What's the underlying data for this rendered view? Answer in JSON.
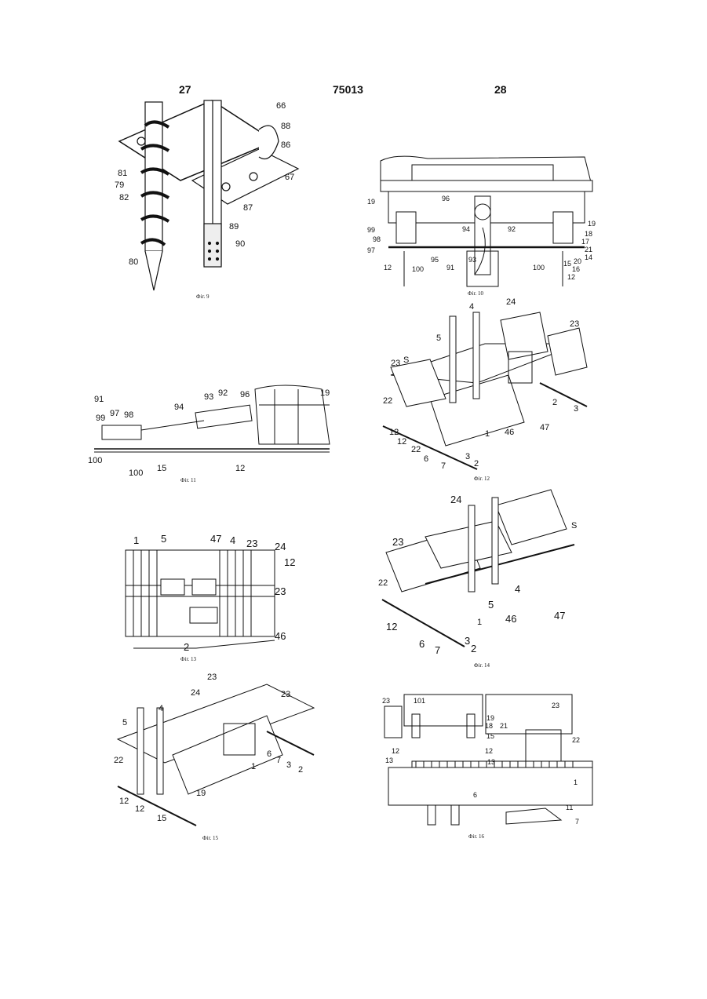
{
  "header": {
    "page_left": "27",
    "doc_number": "75013",
    "page_right": "28"
  },
  "figures": [
    {
      "id": "fig9",
      "caption": "Фіг. 9",
      "labels": [
        "66",
        "88",
        "86",
        "67",
        "81",
        "79",
        "82",
        "87",
        "89",
        "90",
        "80"
      ]
    },
    {
      "id": "fig10",
      "caption": "Фіг. 10",
      "labels": [
        "96",
        "19",
        "19",
        "99",
        "98",
        "97",
        "94",
        "92",
        "18",
        "17",
        "21",
        "14",
        "95",
        "93",
        "20",
        "16",
        "15",
        "12",
        "100",
        "91",
        "100",
        "12"
      ]
    },
    {
      "id": "fig11",
      "caption": "Фіг. 11",
      "labels": [
        "91",
        "93",
        "92",
        "96",
        "19",
        "99",
        "97",
        "98",
        "94",
        "100",
        "100",
        "15",
        "12"
      ]
    },
    {
      "id": "fig12",
      "caption": "Фіг. 12",
      "labels": [
        "4",
        "24",
        "23",
        "5",
        "23",
        "S",
        "22",
        "2",
        "3",
        "46",
        "47",
        "1",
        "12",
        "12",
        "22",
        "6",
        "7",
        "3",
        "2"
      ]
    },
    {
      "id": "fig13",
      "caption": "Фіг. 13",
      "labels": [
        "1",
        "5",
        "47",
        "4",
        "23",
        "24",
        "12",
        "23",
        "46",
        "2"
      ]
    },
    {
      "id": "fig14",
      "caption": "Фіг. 14",
      "labels": [
        "24",
        "S",
        "23",
        "22",
        "4",
        "5",
        "46",
        "47",
        "1",
        "12",
        "3",
        "2",
        "6",
        "7"
      ]
    },
    {
      "id": "fig15",
      "caption": "Фіг. 15",
      "labels": [
        "23",
        "23",
        "24",
        "5",
        "4",
        "22",
        "6",
        "7",
        "3",
        "2",
        "1",
        "12",
        "12",
        "19",
        "15"
      ]
    },
    {
      "id": "fig16",
      "caption": "Фіг. 16",
      "labels": [
        "23",
        "101",
        "23",
        "19",
        "18",
        "21",
        "15",
        "22",
        "12",
        "12",
        "13",
        "13",
        "1",
        "6",
        "11",
        "7"
      ]
    }
  ]
}
